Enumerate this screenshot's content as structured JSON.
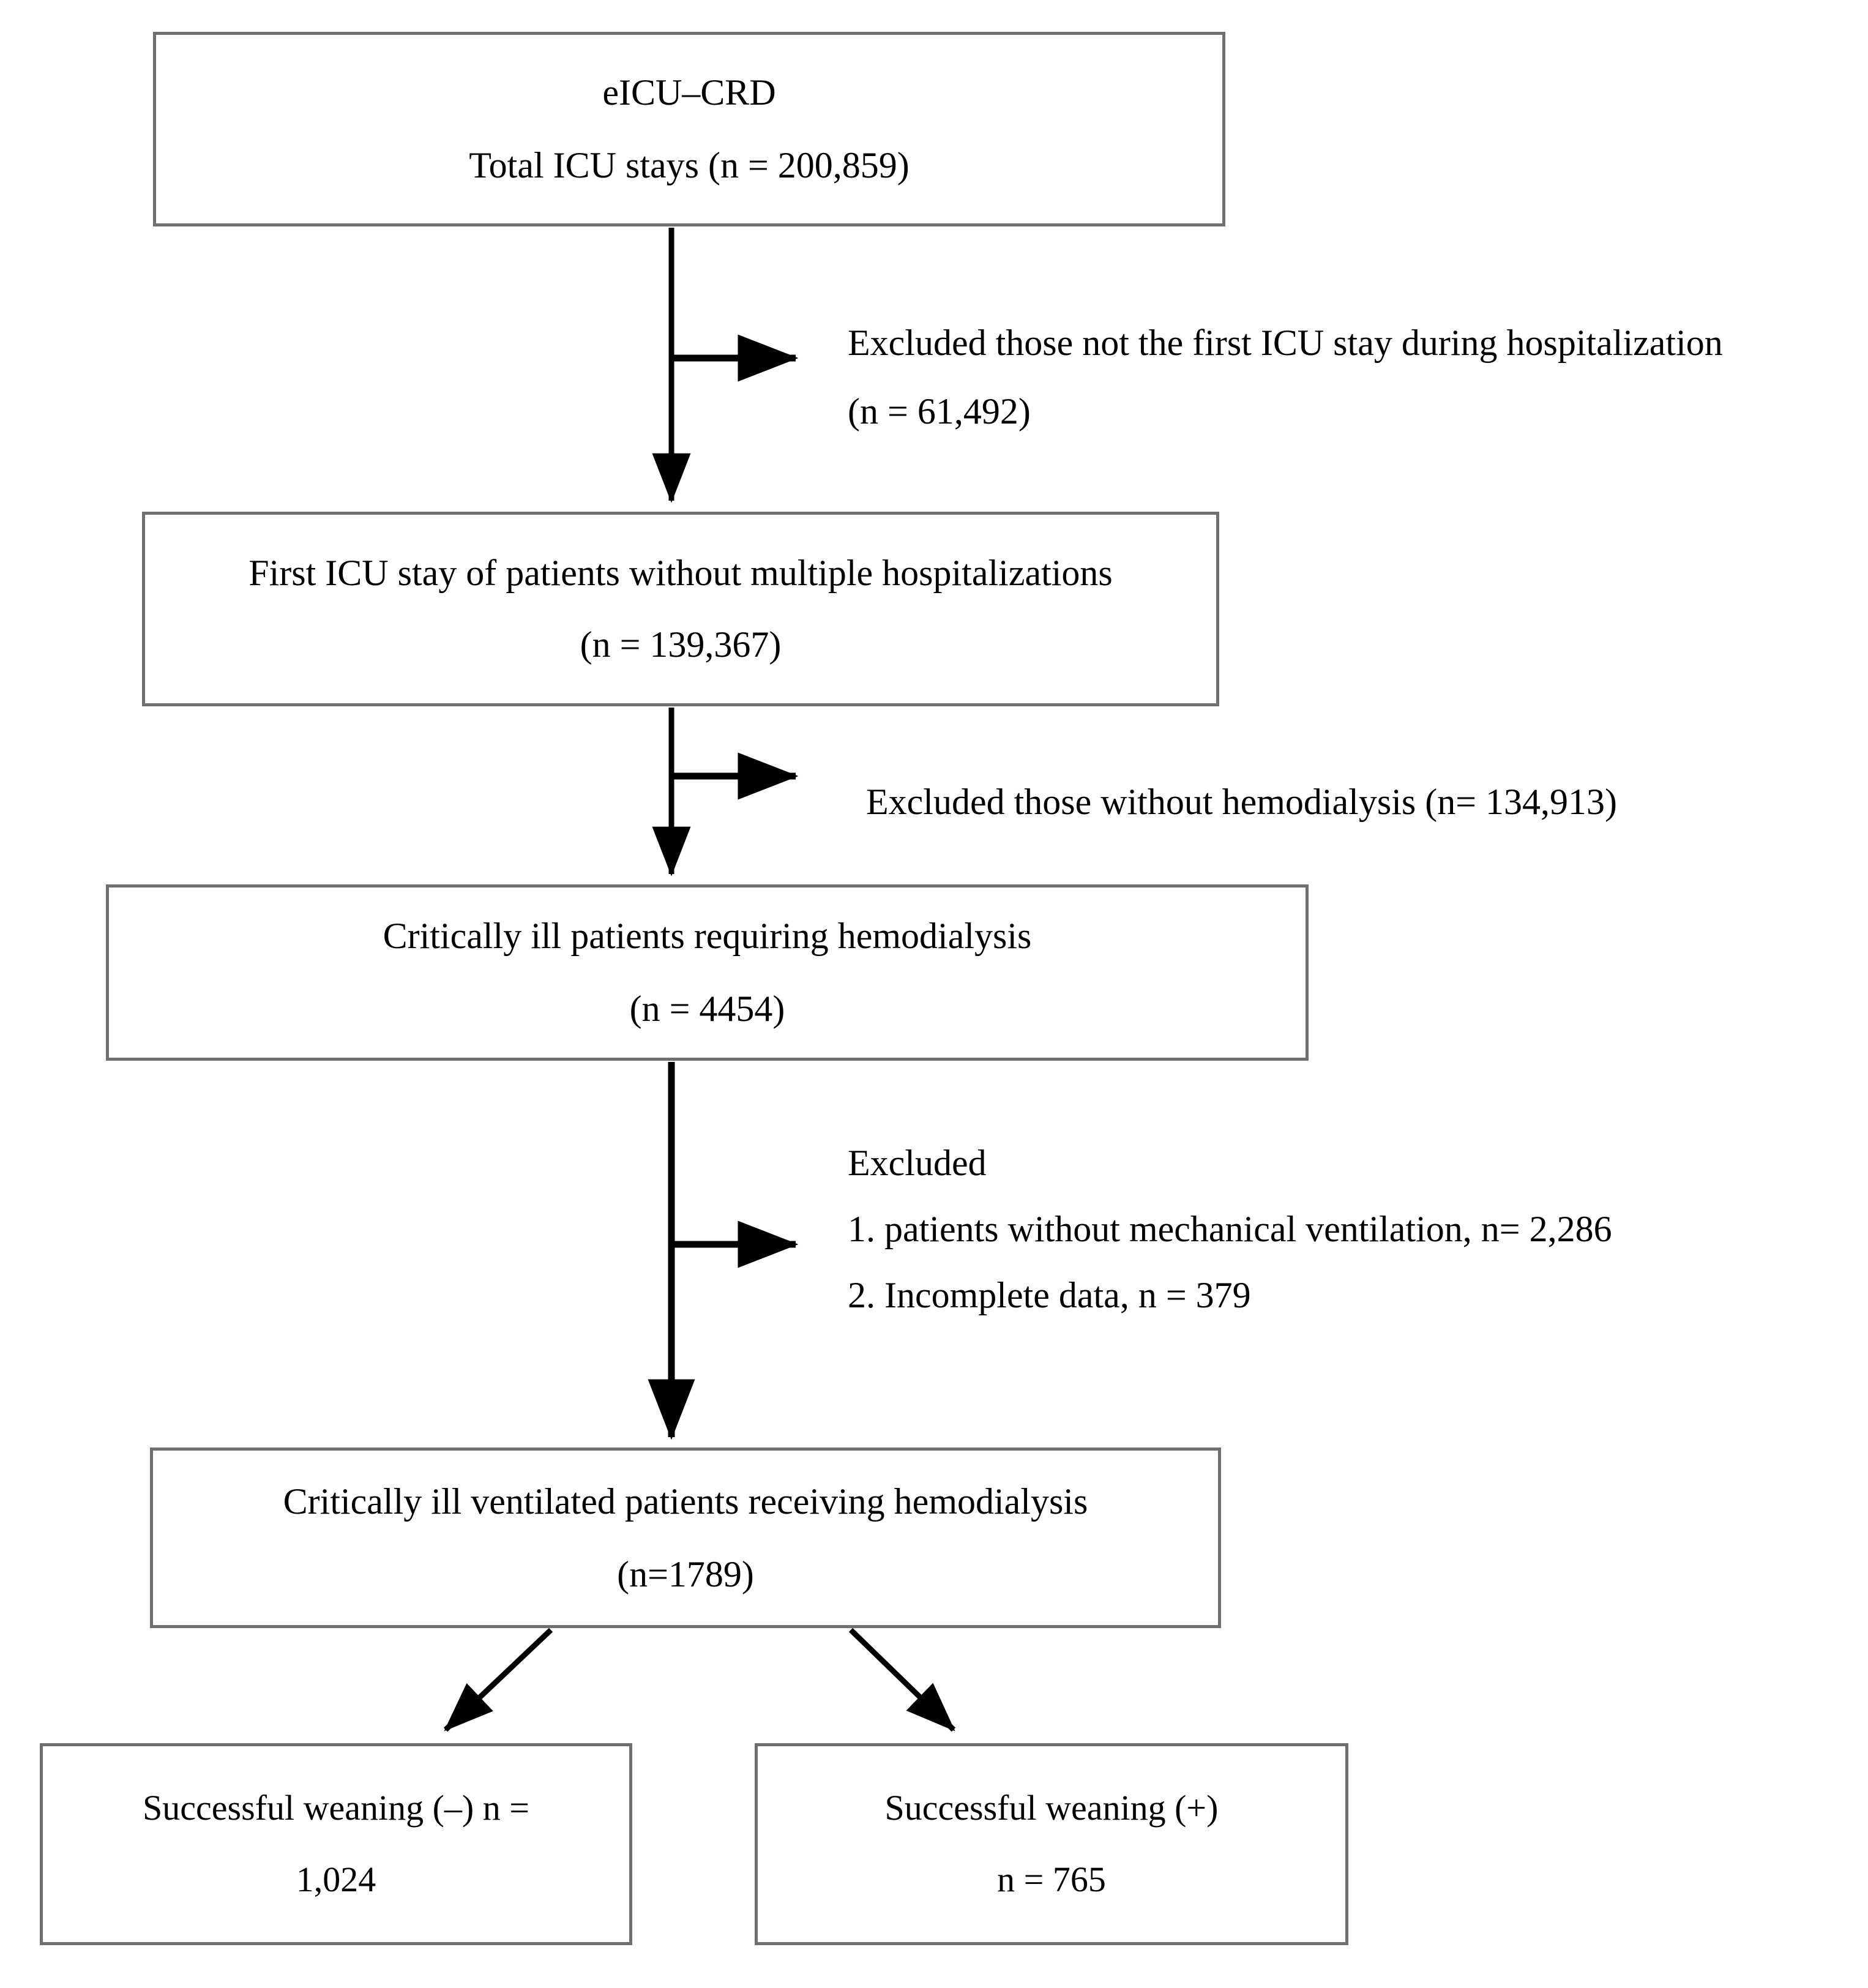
{
  "figure": {
    "type": "flowchart",
    "title": "Patient selection flow diagram",
    "colors": {
      "box_border": "#6f6f6f",
      "connector": "#000000",
      "text": "#000000",
      "background": "#ffffff"
    }
  },
  "nodes": {
    "source": {
      "line1": "eICU–CRD",
      "line2": "Total ICU stays (n = 200,859)",
      "n": 200859
    },
    "first_stay": {
      "line1": "First ICU stay of patients without multiple hospitalizations",
      "line2": "(n = 139,367)",
      "n": 139367
    },
    "hemodialysis": {
      "line1": "Critically ill patients requiring hemodialysis",
      "line2": "(n = 4454)",
      "n": 4454
    },
    "ventilated": {
      "line1": "Critically ill ventilated patients receiving hemodialysis",
      "line2": "(n=1789)",
      "n": 1789
    },
    "weaning_negative": {
      "line1": "Successful weaning (–) n =",
      "line2": "1,024",
      "n": 1024
    },
    "weaning_positive": {
      "line1": "Successful weaning (+)",
      "line2": "n = 765",
      "n": 765
    }
  },
  "notes": {
    "exclusion_1": {
      "line1": "Excluded those not the first ICU stay during hospitalization",
      "line2": "(n = 61,492)",
      "n": 61492
    },
    "exclusion_2": {
      "line1": "Excluded those without hemodialysis (n= 134,913)",
      "n": 134913
    },
    "exclusion_3": {
      "line1": "Excluded",
      "line2": "1. patients without mechanical ventilation, n= 2,286",
      "line3": "2. Incomplete data, n = 379",
      "n_ventilation": 2286,
      "n_incomplete": 379
    }
  }
}
